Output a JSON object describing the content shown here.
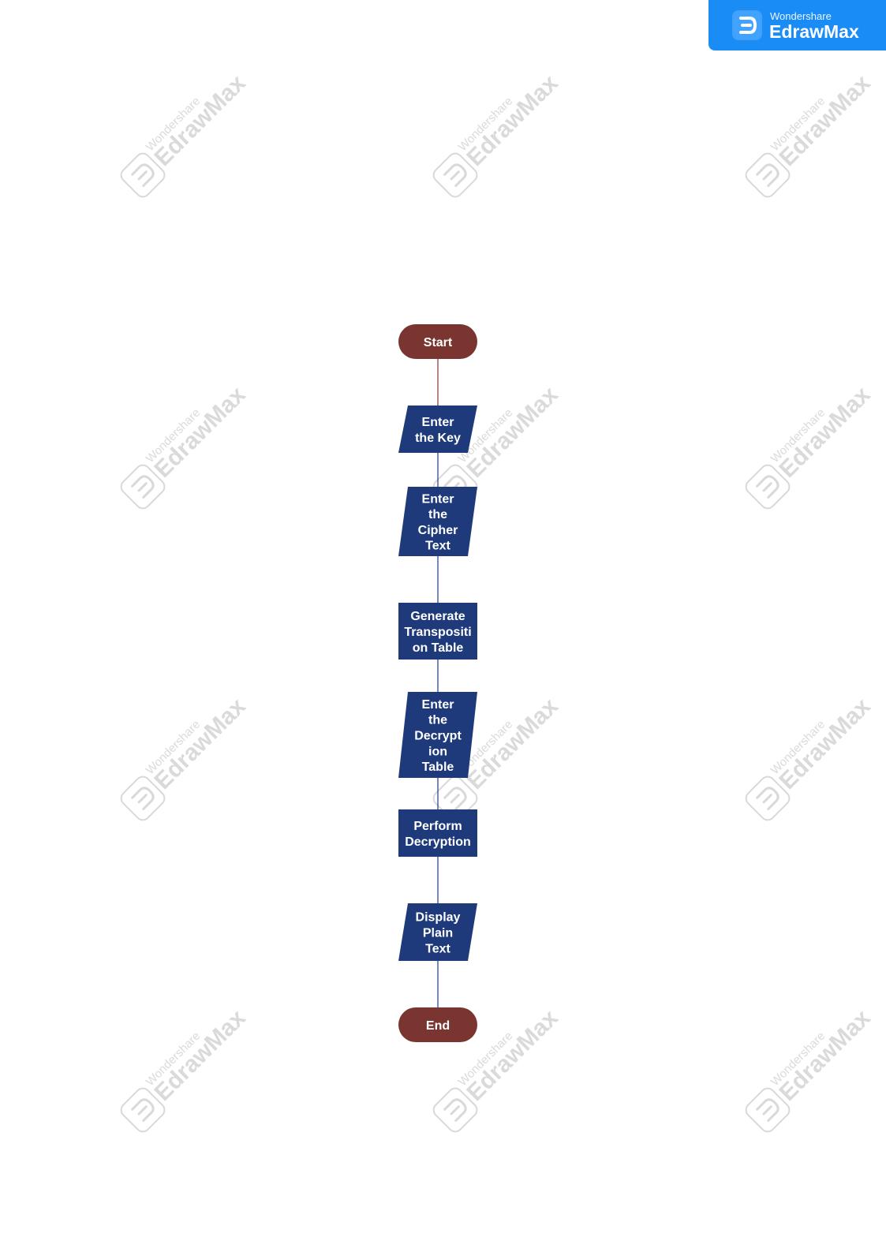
{
  "brand": {
    "small": "Wondershare",
    "big": "EdrawMax",
    "color": "#1a8cf5",
    "icon": "edrawmax-logo-icon"
  },
  "watermark": {
    "small": "Wondershare",
    "big": "EdrawMax"
  },
  "colors": {
    "terminal": "#7a3530",
    "process": "#1e3a7b",
    "connector_start": "#8a4540",
    "connector": "#2c4a8a"
  },
  "flowchart": {
    "nodes": [
      {
        "id": "start",
        "shape": "terminal",
        "lines": [
          "Start"
        ]
      },
      {
        "id": "enter-key",
        "shape": "io",
        "lines": [
          "Enter",
          "the Key"
        ]
      },
      {
        "id": "enter-cipher-text",
        "shape": "io",
        "lines": [
          "Enter",
          "the",
          "Cipher",
          "Text"
        ]
      },
      {
        "id": "generate-transposition-table",
        "shape": "process",
        "lines": [
          "Generate",
          "Transpositi",
          "on Table"
        ]
      },
      {
        "id": "enter-decryption-table",
        "shape": "io",
        "lines": [
          "Enter",
          "the",
          "Decrypt",
          "ion",
          "Table"
        ]
      },
      {
        "id": "perform-decryption",
        "shape": "process",
        "lines": [
          "Perform",
          "Decryption"
        ]
      },
      {
        "id": "display-plain-text",
        "shape": "io",
        "lines": [
          "Display",
          "Plain",
          "Text"
        ]
      },
      {
        "id": "end",
        "shape": "terminal",
        "lines": [
          "End"
        ]
      }
    ],
    "edges": [
      {
        "from": "start",
        "to": "enter-key"
      },
      {
        "from": "enter-key",
        "to": "enter-cipher-text"
      },
      {
        "from": "enter-cipher-text",
        "to": "generate-transposition-table"
      },
      {
        "from": "generate-transposition-table",
        "to": "enter-decryption-table"
      },
      {
        "from": "enter-decryption-table",
        "to": "perform-decryption"
      },
      {
        "from": "perform-decryption",
        "to": "display-plain-text"
      },
      {
        "from": "display-plain-text",
        "to": "end"
      }
    ]
  }
}
